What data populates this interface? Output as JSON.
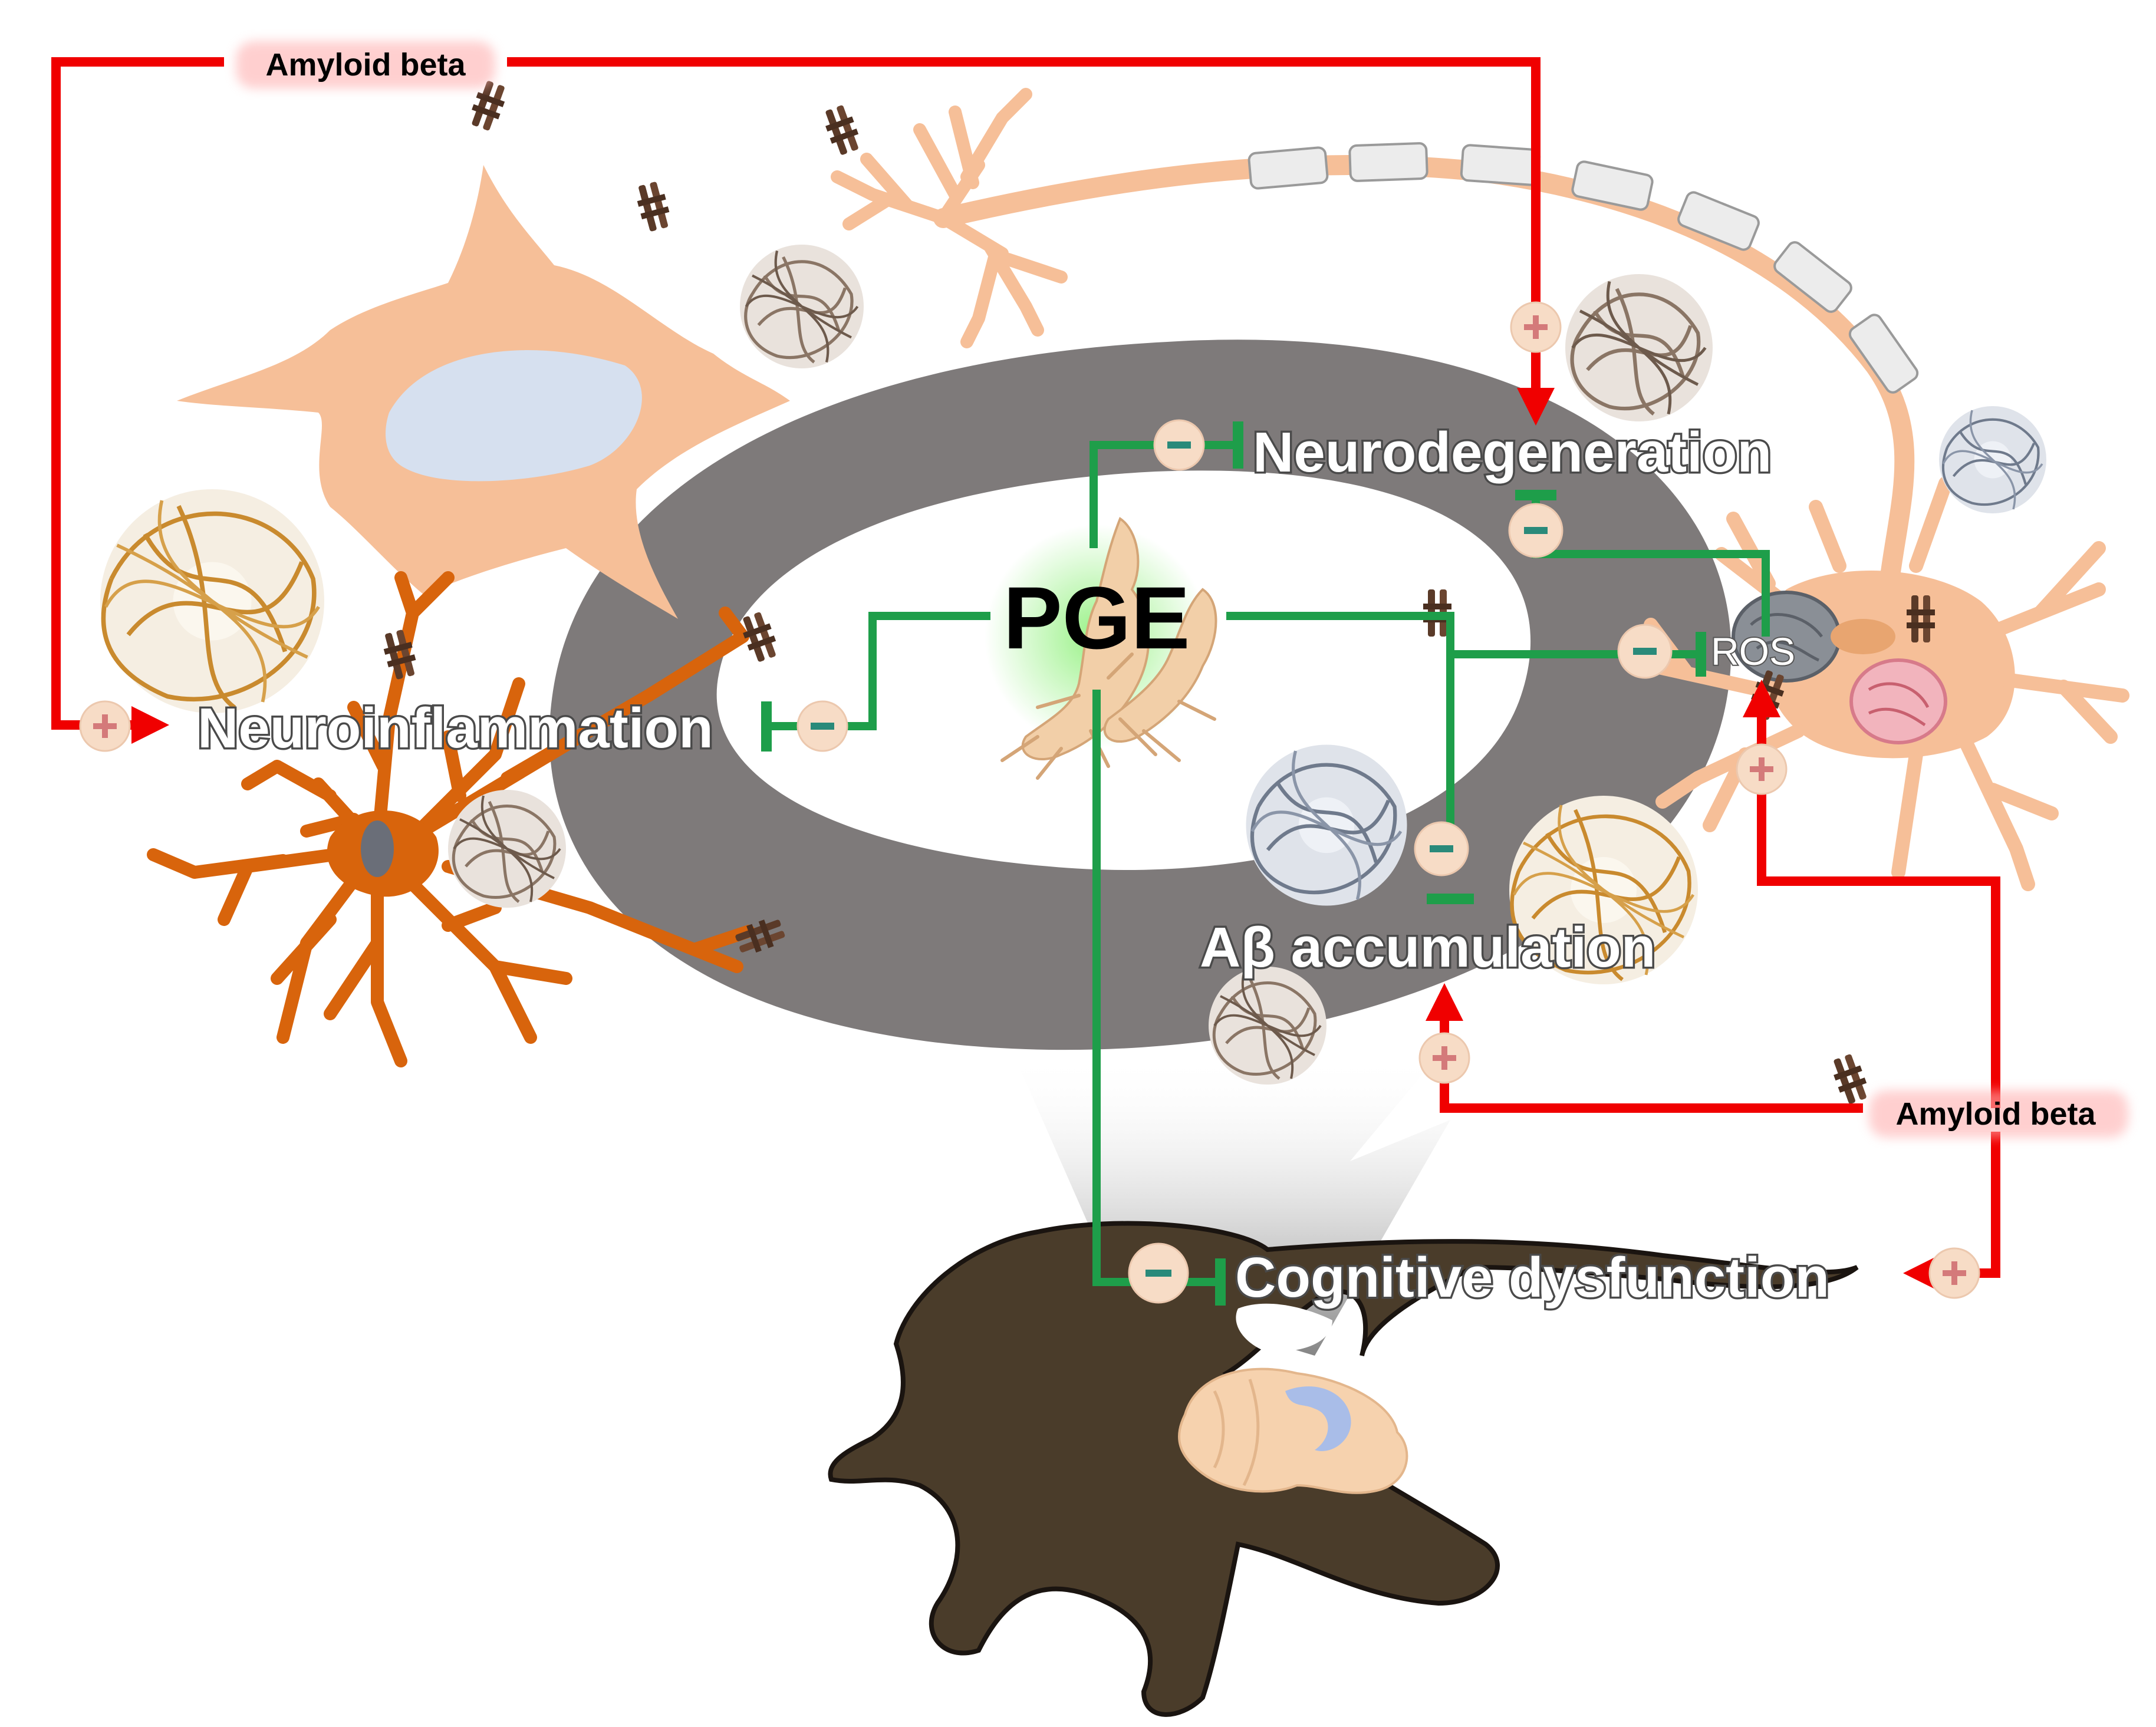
{
  "labels": {
    "amyloid_top": "Amyloid beta",
    "amyloid_right": "Amyloid beta",
    "pge": "PGE",
    "neurodegeneration": "Neurodegeneration",
    "neuroinflammation": "Neuroinflammation",
    "ros": "ROS",
    "ab_accumulation": "Aβ accumulation",
    "cognitive_dysfunction": "Cognitive dysfunction"
  },
  "colors": {
    "stimulation": "#f00000",
    "inhibition": "#1e9e4a",
    "ring": "#7e7a7a",
    "neuron": "#f6bf98",
    "microglia": "#d8640c",
    "mouse": "#4a3c2a"
  },
  "icons": {
    "plus": "plus-sign-icon",
    "minus": "minus-sign-icon",
    "amyloid_fibril": "amyloid-fibril-icon",
    "plaque": "amyloid-plaque-icon",
    "ginseng": "ginseng-root-icon",
    "brain": "brain-icon",
    "mitochondrion": "mitochondrion-icon"
  }
}
